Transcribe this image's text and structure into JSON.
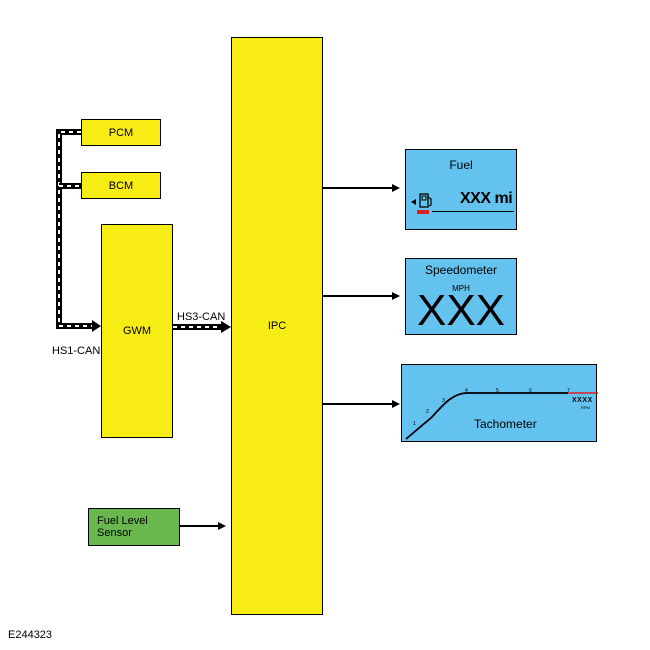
{
  "modules": {
    "pcm": "PCM",
    "bcm": "BCM",
    "gwm": "GWM",
    "ipc": "IPC",
    "fuel_level_sensor": "Fuel Level\nSensor"
  },
  "networks": {
    "hs1": "HS1-CAN",
    "hs3": "HS3-CAN"
  },
  "displays": {
    "fuel": {
      "title": "Fuel",
      "value": "XXX mi"
    },
    "speedometer": {
      "title": "Speedometer",
      "unit": "MPH",
      "value": "XXX"
    },
    "tachometer": {
      "title": "Tachometer",
      "ticks": [
        "1",
        "2",
        "3",
        "4",
        "5",
        "6",
        "7"
      ],
      "readout": "XXXX",
      "unit": "RPM"
    }
  },
  "figure_id": "E244323",
  "colors": {
    "module_yellow": "#f7ec13",
    "sensor_green": "#6ab74e",
    "display_blue": "#63c3ee",
    "warning_red": "#e02020"
  }
}
